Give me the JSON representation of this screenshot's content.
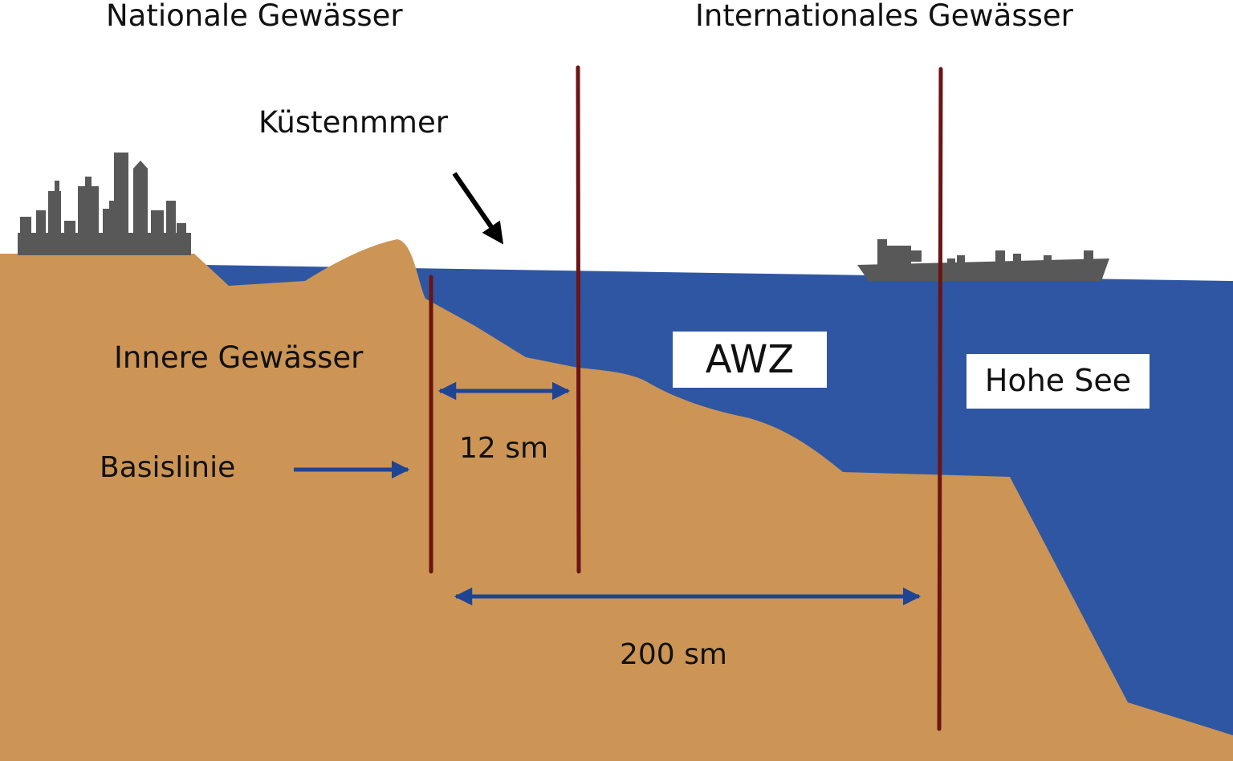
{
  "headings": {
    "national": "Nationale Gewässer",
    "international": "Internationales Gewässer"
  },
  "labels": {
    "territorial_sea": "Küstenmmer",
    "internal_waters": "Innere Gewässer",
    "baseline": "Basislinie",
    "eez": "AWZ",
    "high_seas": "Hohe See"
  },
  "distances": {
    "territorial_limit": "12 sm",
    "eez_limit": "200 sm"
  },
  "colors": {
    "sea": "#2f56a2",
    "land": "#cc9555",
    "boundary_line": "#6b1414",
    "arrow": "#1f4494",
    "silhouette": "#585858",
    "pointer_arrow": "#000000",
    "label_box": "#ffffff"
  },
  "icons": {
    "city": "city-skyline-icon",
    "ship": "cargo-ship-icon"
  }
}
